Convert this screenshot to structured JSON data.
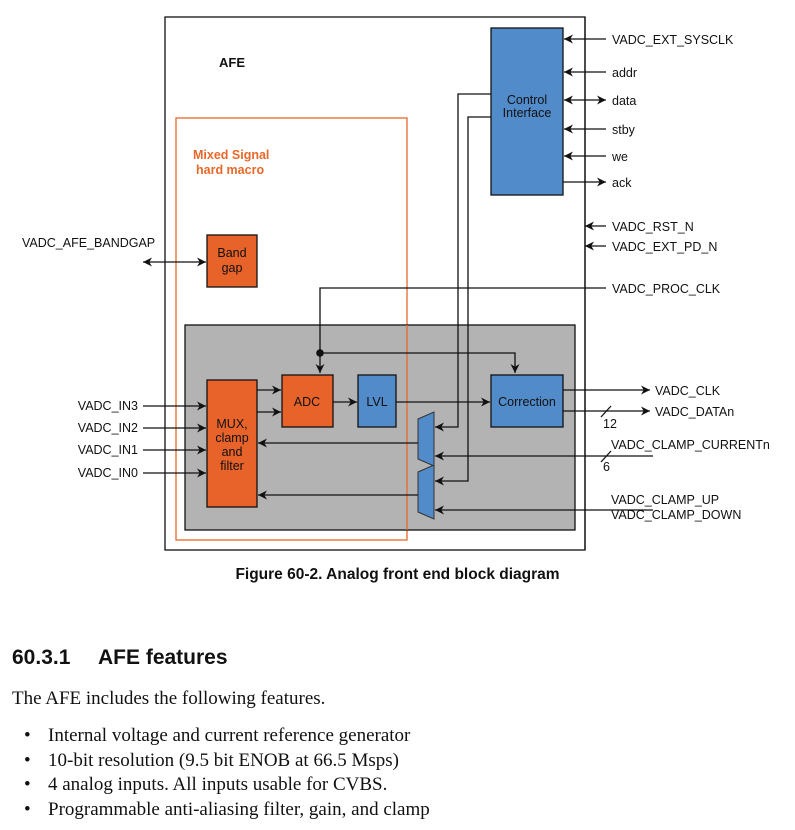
{
  "diagram": {
    "afe_label": "AFE",
    "mixed_signal_label": [
      "Mixed Signal",
      "hard macro"
    ],
    "blocks": {
      "control_interface": [
        "Control",
        "Interface"
      ],
      "bandgap": [
        "Band",
        "gap"
      ],
      "mux": [
        "MUX,",
        "clamp",
        "and",
        "filter"
      ],
      "adc": "ADC",
      "lvl": "LVL",
      "correction": "Correction"
    },
    "control_signals": [
      {
        "name": "VADC_EXT_SYSCLK",
        "direction": "in"
      },
      {
        "name": "addr",
        "direction": "in"
      },
      {
        "name": "data",
        "direction": "bidir"
      },
      {
        "name": "stby",
        "direction": "in"
      },
      {
        "name": "we",
        "direction": "in"
      },
      {
        "name": "ack",
        "direction": "out"
      }
    ],
    "reset_signals": [
      {
        "name": "VADC_RST_N",
        "direction": "in"
      },
      {
        "name": "VADC_EXT_PD_N",
        "direction": "in"
      }
    ],
    "proc_clk": "VADC_PROC_CLK",
    "bandgap_signal": "VADC_AFE_BANDGAP",
    "analog_inputs": [
      "VADC_IN3",
      "VADC_IN2",
      "VADC_IN1",
      "VADC_IN0"
    ],
    "outputs": {
      "clk": "VADC_CLK",
      "data": "VADC_DATAn",
      "data_width": "12"
    },
    "clamp_current": {
      "name": "VADC_CLAMP_CURRENTn",
      "width": "6"
    },
    "clamp_updown": [
      "VADC_CLAMP_UP",
      "VADC_CLAMP_DOWN"
    ],
    "colors": {
      "orange_block": "#e8632a",
      "blue_block": "#528bc9",
      "gray_region": "#b3b3b3",
      "macro_border": "#e8682a"
    }
  },
  "figure_caption": "Figure 60-2. Analog front end block diagram",
  "section": {
    "number": "60.3.1",
    "title": "AFE features",
    "intro": "The AFE includes the following features.",
    "bullets": [
      "Internal voltage and current reference generator",
      "10-bit resolution (9.5 bit ENOB at 66.5 Msps)",
      "4 analog inputs. All inputs usable for CVBS.",
      "Programmable anti-aliasing filter, gain, and clamp"
    ]
  }
}
